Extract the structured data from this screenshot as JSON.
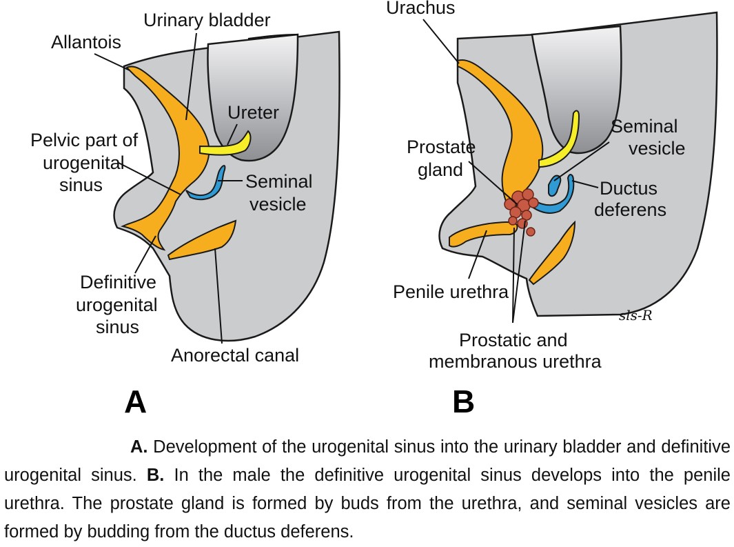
{
  "panels": {
    "A": {
      "letter": "A",
      "labels": {
        "allantois": "Allantois",
        "urinary_bladder": "Urinary bladder",
        "ureter": "Ureter",
        "pelvic_part_1": "Pelvic part of",
        "pelvic_part_2": "urogenital",
        "pelvic_part_3": "sinus",
        "seminal_vesicle_1": "Seminal",
        "seminal_vesicle_2": "vesicle",
        "definitive_1": "Definitive",
        "definitive_2": "urogenital",
        "definitive_3": "sinus",
        "anorectal_canal": "Anorectal canal"
      }
    },
    "B": {
      "letter": "B",
      "labels": {
        "urachus": "Urachus",
        "seminal_vesicle_1": "Seminal",
        "seminal_vesicle_2": "vesicle",
        "prostate_gland_1": "Prostate",
        "prostate_gland_2": "gland",
        "ductus_deferens_1": "Ductus",
        "ductus_deferens_2": "deferens",
        "penile_urethra": "Penile urethra",
        "prostatic_1": "Prostatic and",
        "prostatic_2": "membranous urethra"
      },
      "signature": "sls-R"
    }
  },
  "caption": {
    "a_marker": "A.",
    "a_text": " Development of the urogenital sinus into the urinary bladder and definitive urogenital sinus. ",
    "b_marker": "B.",
    "b_text": " In the male the definitive urogenital sinus develops into the penile urethra. The prostate gland is formed by buds from the urethra, and seminal vesicles are formed by budding from the ductus deferens."
  },
  "colors": {
    "tissue_gray": "#cbccce",
    "urogenital_orange": "#f6ae1f",
    "ureter_yellow": "#f7ee2a",
    "vesicle_blue": "#2f9ad3",
    "prostate_red": "#c65a45"
  }
}
